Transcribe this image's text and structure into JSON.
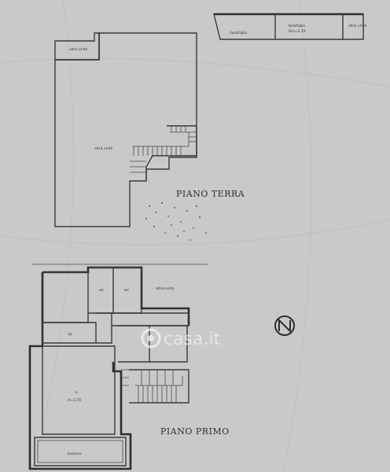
{
  "labels": {
    "ground_floor": "PIANO TERRA",
    "first_floor": "PIANO PRIMO",
    "other_unit_top": "altra unità",
    "other_unit_big": "altra unità",
    "storage_1": "ripostiglio",
    "storage_2": "ripostiglio",
    "storage_2_height": "Hm=2.15",
    "other_unit_storage": "altra unità",
    "wc_1": "wc",
    "wc_2": "wc",
    "other_unit_first": "altra unità",
    "room_rip": "rip",
    "room_k": "k",
    "room_k_height": "H=2.70",
    "balcony": "balcone",
    "north": "N",
    "watermark": "casa.it"
  },
  "colors": {
    "paper": "#c9c9c9",
    "line": "#3a3a3a",
    "watermark": "#f2f2f2"
  },
  "icons": {
    "compass": "north-arrow-icon",
    "watermark_logo": "casa-logo-icon"
  }
}
